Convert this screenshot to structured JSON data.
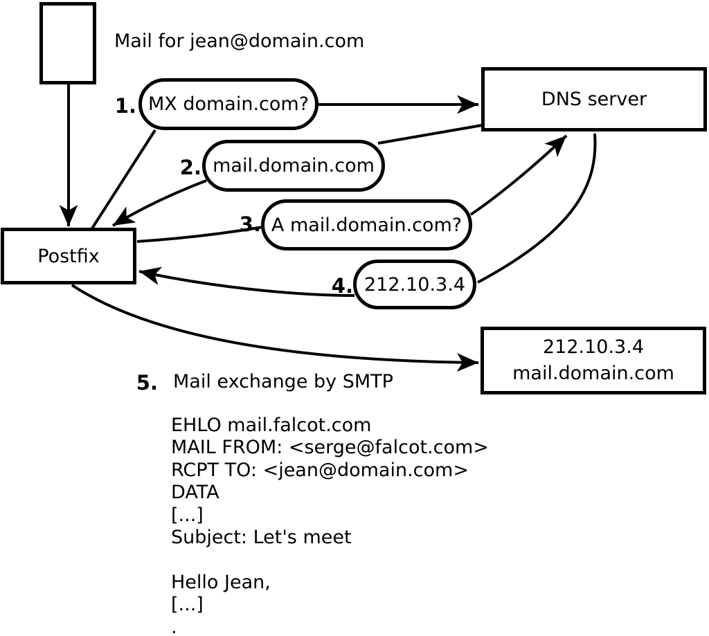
{
  "nodes": {
    "message": {
      "description": "incoming mail message"
    },
    "postfix": {
      "label": "Postfix"
    },
    "dns_server": {
      "label": "DNS server"
    },
    "mail_server": {
      "ip": "212.10.3.4",
      "hostname": "mail.domain.com"
    }
  },
  "labels": {
    "mail_for": "Mail for jean@domain.com"
  },
  "steps": [
    {
      "number": "1.",
      "text": "MX domain.com?"
    },
    {
      "number": "2.",
      "text": "mail.domain.com"
    },
    {
      "number": "3.",
      "text": "A mail.domain.com?"
    },
    {
      "number": "4.",
      "text": "212.10.3.4"
    },
    {
      "number": "5.",
      "text": "Mail exchange by SMTP"
    }
  ],
  "smtp_session": {
    "lines": [
      "EHLO mail.falcot.com",
      "MAIL FROM: <serge@falcot.com>",
      "RCPT TO: <jean@domain.com>",
      "DATA",
      "[...]",
      "Subject: Let's meet",
      "",
      "Hello Jean,",
      "[...]",
      "."
    ]
  },
  "colors": {
    "stroke": "#000000",
    "background": "#ffffff",
    "text": "#000000"
  }
}
